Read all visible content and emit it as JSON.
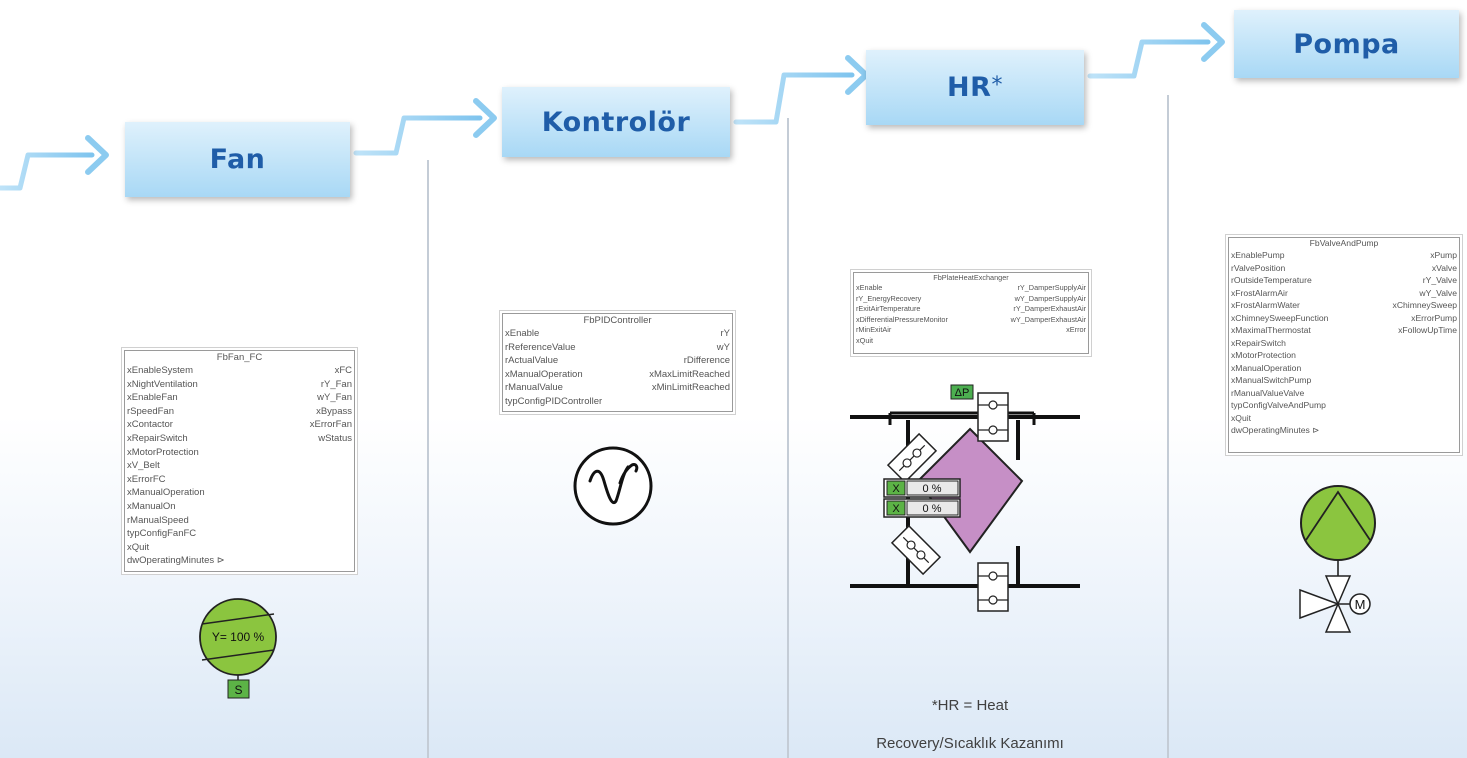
{
  "headers": {
    "fan": "Fan",
    "kontrolor": "Kontrolör",
    "hr": "HR",
    "hr_mark": "*",
    "pompa": "Pompa"
  },
  "fan_block": {
    "title": "FbFan_FC",
    "rows": [
      [
        "xEnableSystem",
        "xFC"
      ],
      [
        "xNightVentilation",
        "rY_Fan"
      ],
      [
        "xEnableFan",
        "wY_Fan"
      ],
      [
        "rSpeedFan",
        "xBypass"
      ],
      [
        "xContactor",
        "xErrorFan"
      ],
      [
        "xRepairSwitch",
        "wStatus"
      ],
      [
        "xMotorProtection",
        ""
      ],
      [
        "xV_Belt",
        ""
      ],
      [
        "xErrorFC",
        ""
      ],
      [
        "xManualOperation",
        ""
      ],
      [
        "xManualOn",
        ""
      ],
      [
        "rManualSpeed",
        ""
      ],
      [
        "typConfigFanFC",
        ""
      ],
      [
        "xQuit",
        ""
      ],
      [
        "dwOperatingMinutes ⊳",
        ""
      ]
    ],
    "symbol_label": "Y= 100 %",
    "symbol_tag": "S"
  },
  "pid_block": {
    "title": "FbPIDController",
    "rows": [
      [
        "xEnable",
        "rY"
      ],
      [
        "rReferenceValue",
        "wY"
      ],
      [
        "rActualValue",
        "rDifference"
      ],
      [
        "xManualOperation",
        "xMaxLimitReached"
      ],
      [
        "rManualValue",
        "xMinLimitReached"
      ],
      [
        "typConfigPIDController",
        ""
      ]
    ]
  },
  "hr_block": {
    "title": "FbPlateHeatExchanger",
    "rows": [
      [
        "xEnable",
        "rY_DamperSupplyAir"
      ],
      [
        "rY_EnergyRecovery",
        "wY_DamperSupplyAir"
      ],
      [
        "rExitAirTemperature",
        "rY_DamperExhaustAir"
      ],
      [
        "xDifferentialPressureMonitor",
        "wY_DamperExhaustAir"
      ],
      [
        "rMinExitAir",
        "xError"
      ],
      [
        "xQuit",
        ""
      ]
    ],
    "dp_label": "ΔP",
    "pct_rows": [
      {
        "tag": "X",
        "value": "0 %"
      },
      {
        "tag": "X",
        "value": "0 %"
      }
    ]
  },
  "pump_block": {
    "title": "FbValveAndPump",
    "rows": [
      [
        "xEnablePump",
        "xPump"
      ],
      [
        "rValvePosition",
        "xValve"
      ],
      [
        "rOutsideTemperature",
        "rY_Valve"
      ],
      [
        "xFrostAlarmAir",
        "wY_Valve"
      ],
      [
        "xFrostAlarmWater",
        "xChimneySweep"
      ],
      [
        "xChimneySweepFunction",
        "xErrorPump"
      ],
      [
        "xMaximalThermostat",
        "xFollowUpTime"
      ],
      [
        "xRepairSwitch",
        ""
      ],
      [
        "xMotorProtection",
        ""
      ],
      [
        "xManualOperation",
        ""
      ],
      [
        "xManualSwitchPump",
        ""
      ],
      [
        "rManualValueValve",
        ""
      ],
      [
        "typConfigValveAndPump",
        ""
      ],
      [
        "xQuit",
        ""
      ],
      [
        "dwOperatingMinutes ⊳",
        ""
      ]
    ],
    "motor_label": "M"
  },
  "footnote": {
    "line1": "*HR = Heat",
    "line2": "Recovery/Sıcaklık Kazanımı"
  },
  "colors": {
    "arrow": "#8ccbf0",
    "header_text": "#1f5da8",
    "green": "#8bc53f",
    "green_tag": "#5cb346",
    "purple": "#c68fc6",
    "dp_green": "#4caf50"
  }
}
